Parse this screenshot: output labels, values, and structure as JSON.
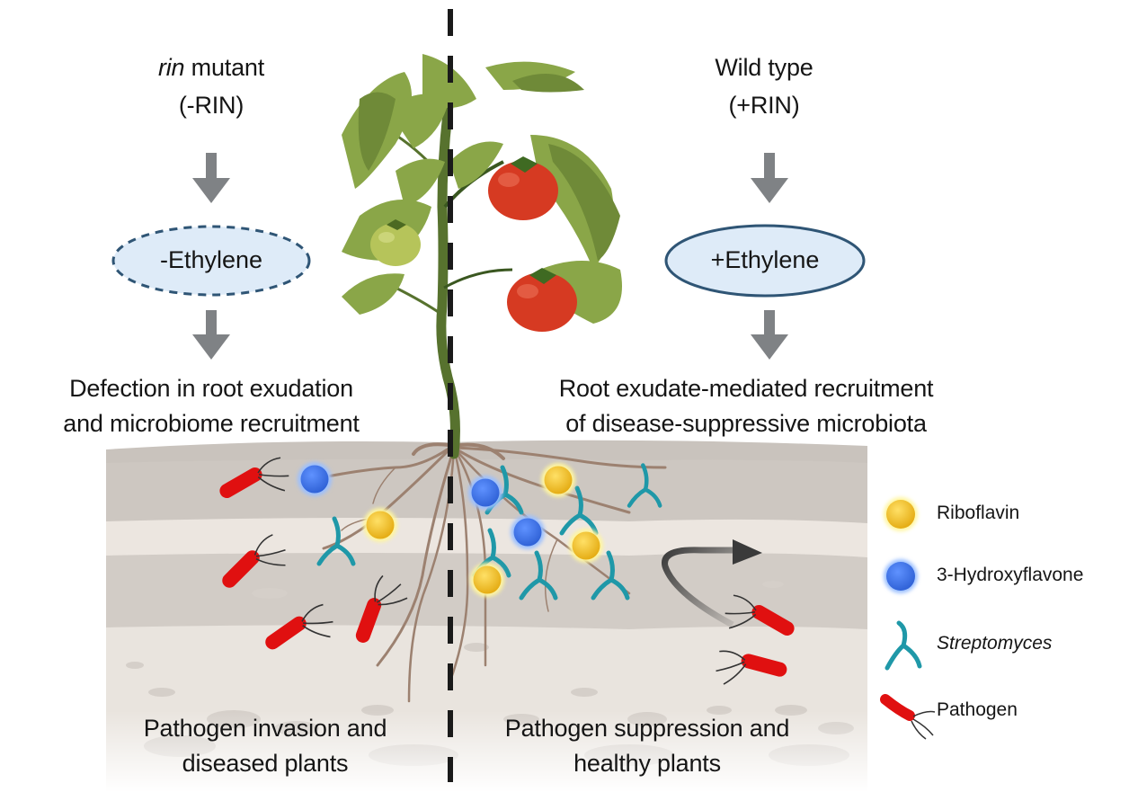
{
  "left_panel": {
    "genotype_italic": "rin",
    "genotype_rest": " mutant",
    "genotype_sub": "(-RIN)",
    "ethylene_label": "-Ethylene",
    "effect_line1": "Defection in root exudation",
    "effect_line2": "and microbiome recruitment",
    "outcome_line1": "Pathogen invasion and",
    "outcome_line2": "diseased plants"
  },
  "right_panel": {
    "genotype": "Wild type",
    "genotype_sub": "(+RIN)",
    "ethylene_label": "+Ethylene",
    "effect_line1": "Root exudate-mediated recruitment",
    "effect_line2": "of disease-suppressive microbiota",
    "outcome_line1": "Pathogen suppression and",
    "outcome_line2": "healthy plants"
  },
  "legend": {
    "items": [
      {
        "icon": "riboflavin-icon",
        "label": "Riboflavin",
        "italic": false
      },
      {
        "icon": "hydroxyflavone-icon",
        "label": "3-Hydroxyflavone",
        "italic": false
      },
      {
        "icon": "streptomyces-icon",
        "label": "Streptomyces",
        "italic": true
      },
      {
        "icon": "pathogen-icon",
        "label": "Pathogen",
        "italic": false
      }
    ]
  },
  "colors": {
    "arrow": "#7f8285",
    "oval_fill": "#deebf8",
    "oval_stroke": "#2f5575",
    "riboflavin": "#f0c020",
    "hydroxyflavone": "#3a6fe0",
    "streptomyces": "#1f98a8",
    "pathogen": "#e01010",
    "root": "#9c8170",
    "stem": "#57722e",
    "tomato_red": "#d63a22",
    "tomato_green": "#b6c45a",
    "divider": "#1a1a1a"
  }
}
